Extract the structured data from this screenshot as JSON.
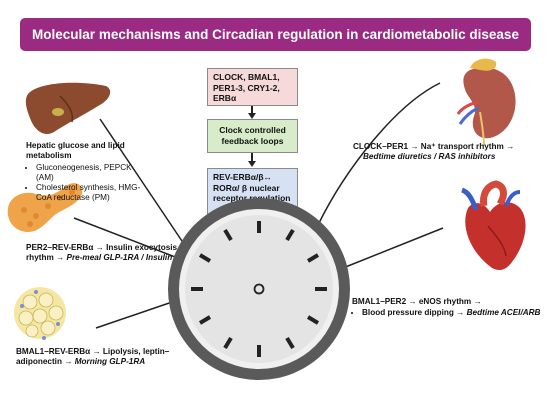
{
  "title": "Molecular mechanisms and Circadian regulation in cardiometabolic disease",
  "flow": {
    "box1": "CLOCK, BMAL1, PER1-3, CRY1-2, ERBα",
    "box2": "Clock controlled feedback loops",
    "box3": "REV-ERBα/β↔ RORα/ β nuclear receptor regulation"
  },
  "liver": {
    "title": "Hepatic glucose and lipid metabolism",
    "bullets": [
      "Gluconeogenesis, PEPCK (AM)",
      "Cholesterol synthesis, HMG-CoA reductase (PM)"
    ]
  },
  "pancreas": {
    "line1": "PER2–REV-ERBα → Insulin exocytosis",
    "line2a": "rhythm → ",
    "line2b": "Pre-meal GLP-1RA / Insulin"
  },
  "adipose": {
    "line1": "BMAL1–REV-ERBα → Lipolysis, leptin–",
    "line2a": "adiponectin → ",
    "line2b": "Morning GLP-1RA"
  },
  "kidney": {
    "line1": "CLOCK–PER1 → Na⁺ transport rhythm →",
    "line2": "Bedtime diuretics / RAS inhibitors"
  },
  "heart": {
    "line1": "BMAL1–PER2 → eNOS rhythm →",
    "bullet_a": "Blood pressure dipping → ",
    "bullet_b": "Bedtime ACEI/ARB"
  },
  "colors": {
    "title_bg": "#9b2b82",
    "box1": "#f6d9d9",
    "box2": "#d8ecc9",
    "box3": "#d6e2f3",
    "clock_ring": "#555555",
    "clock_face": "#e6e6e6"
  }
}
